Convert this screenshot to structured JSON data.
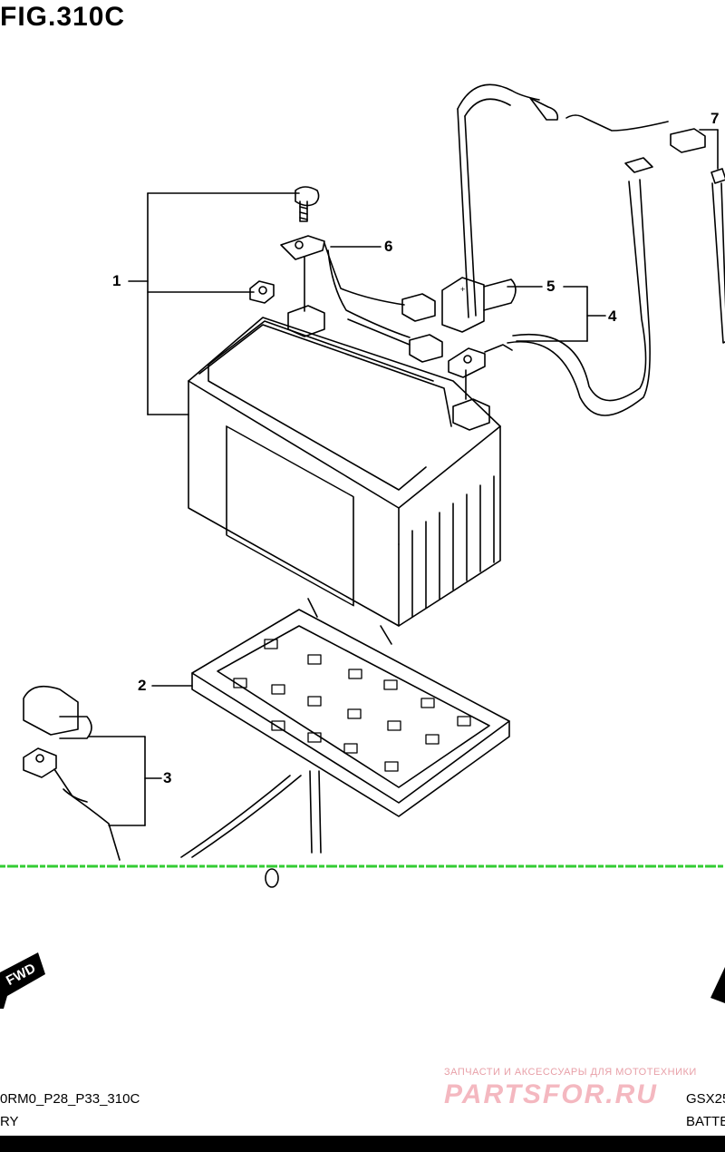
{
  "figure": {
    "title": "FIG.310C"
  },
  "callouts": [
    {
      "id": "1",
      "label": "1"
    },
    {
      "id": "2",
      "label": "2"
    },
    {
      "id": "3",
      "label": "3"
    },
    {
      "id": "4",
      "label": "4"
    },
    {
      "id": "5",
      "label": "5"
    },
    {
      "id": "6",
      "label": "6"
    },
    {
      "id": "7",
      "label": "7"
    }
  ],
  "fwd_label": "FWD",
  "footer": {
    "code": "0RM0_P28_P33_310C",
    "subtitle": "RY",
    "model": "GSX25",
    "section": "BATTE"
  },
  "watermark": {
    "tagline": "ЗАПЧАСТИ И АКСЕССУАРЫ ДЛЯ МОТОТЕХНИКИ",
    "logo": "PARTSFOR.RU"
  },
  "colors": {
    "line": "#000000",
    "scan_artifact": "#33cc33",
    "watermark": "#f4b8c0"
  }
}
